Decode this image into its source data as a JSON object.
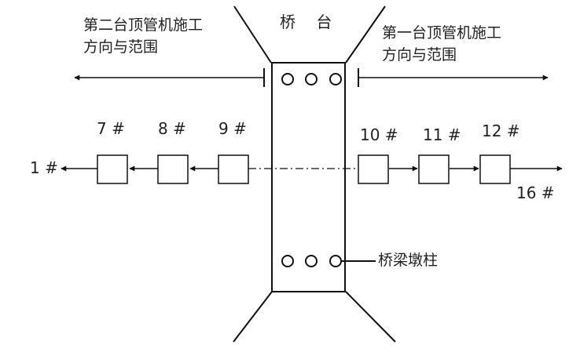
{
  "title": "桥 台",
  "direction_left": {
    "line1": "第二台顶管机施工",
    "line2": "方向与范围"
  },
  "direction_right": {
    "line1": "第一台顶管机施工",
    "line2": "方向与范围"
  },
  "pier_label": "桥梁墩柱",
  "shafts": {
    "s1": "1 #",
    "s7": "7 #",
    "s8": "8 #",
    "s9": "9 #",
    "s10": "10 #",
    "s11": "11 #",
    "s12": "12 #",
    "s16": "16 #"
  }
}
